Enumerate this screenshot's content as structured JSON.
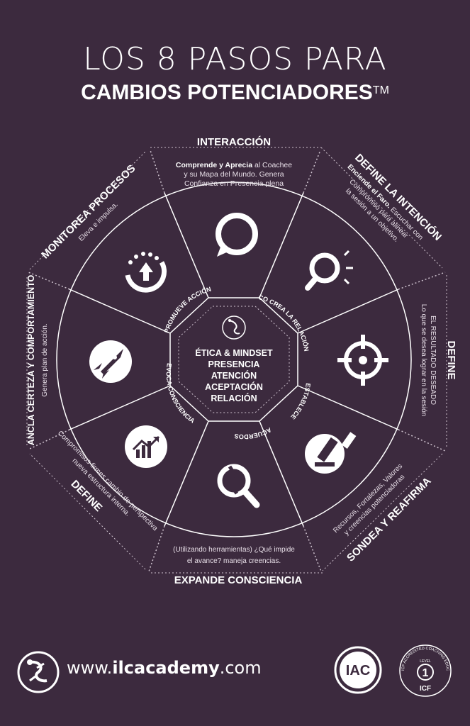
{
  "title": {
    "line1": "LOS 8 PASOS PARA",
    "line2": "CAMBIOS POTENCIADORES",
    "tm": "TM"
  },
  "center": {
    "lines": [
      "ÉTICA & MINDSET",
      "PRESENCIA",
      "ATENCIÓN",
      "ACEPTACIÓN",
      "RELACIÓN"
    ]
  },
  "inner_labels": {
    "co_crea": "CO CREA LA RELACIÓN",
    "establece": "ESTABLECE",
    "acuerdos": "ACUERDOS",
    "evoca": "EVOCA CONSCIENCIA",
    "promueve": "PROMUEVE ACCIÓN"
  },
  "segments": {
    "interaccion": {
      "title": "INTERACCIÓN",
      "desc1_bold": "Comprende y Aprecia",
      "desc1_rest": " al Coachee",
      "desc2": "y su Mapa del Mundo. Genera",
      "desc3": "Confianza en Presencia  plena",
      "icon": "speech-bubble-icon"
    },
    "define_intencion": {
      "title": "DEFINE LA INTENCIÓN",
      "desc1_bold": "Enciende el Faro.",
      "desc1_rest": " Escuchar con",
      "desc2": "Compromiso para alinear",
      "desc3": "la sesión a un objetivo.",
      "icon": "magnifier-light-icon"
    },
    "define_right": {
      "title": "DEFINE",
      "desc1": "EL RESULTADO DESEADO",
      "desc2": "Lo que se desea lograr en la sesión",
      "icon": "target-icon"
    },
    "sondea": {
      "title": "SONDEA Y REAFIRMA",
      "desc1": "Recursos, Fortalezas, Valores",
      "desc2": "y creencias potenciadoras",
      "icon": "microscope-icon"
    },
    "expande": {
      "title": "EXPANDE CONSCIENCIA",
      "desc1": "(Utilizando herramientas) ¿Qué impide",
      "desc2": "el avance? maneja creencias.",
      "icon": "broken-magnifier-icon"
    },
    "define_left": {
      "title": "DEFINE",
      "desc1": "Compromisos firmes cambio de perspectiva",
      "desc2": "nueva estructura interna.",
      "icon": "growth-chart-icon"
    },
    "ancla": {
      "title": "ANCLA CERTEZA Y COMPORTAMIENTO",
      "desc1": "Genera plan de acción.",
      "icon": "rocket-icon"
    },
    "monitorea": {
      "title": "MONITOREA PROCESOS",
      "desc1": "Eleva e impulsa.",
      "icon": "progress-up-icon"
    }
  },
  "footer": {
    "url_pre": "www.",
    "url_bold": "ilcacademy",
    "url_post": ".com",
    "iac": "IAC",
    "icf_top": "ICF ACCREDITED COACHING EDUCATION",
    "icf_level": "LEVEL",
    "icf_num": "1",
    "icf": "ICF"
  },
  "colors": {
    "background": "#3c2a3e",
    "foreground": "#ffffff"
  }
}
